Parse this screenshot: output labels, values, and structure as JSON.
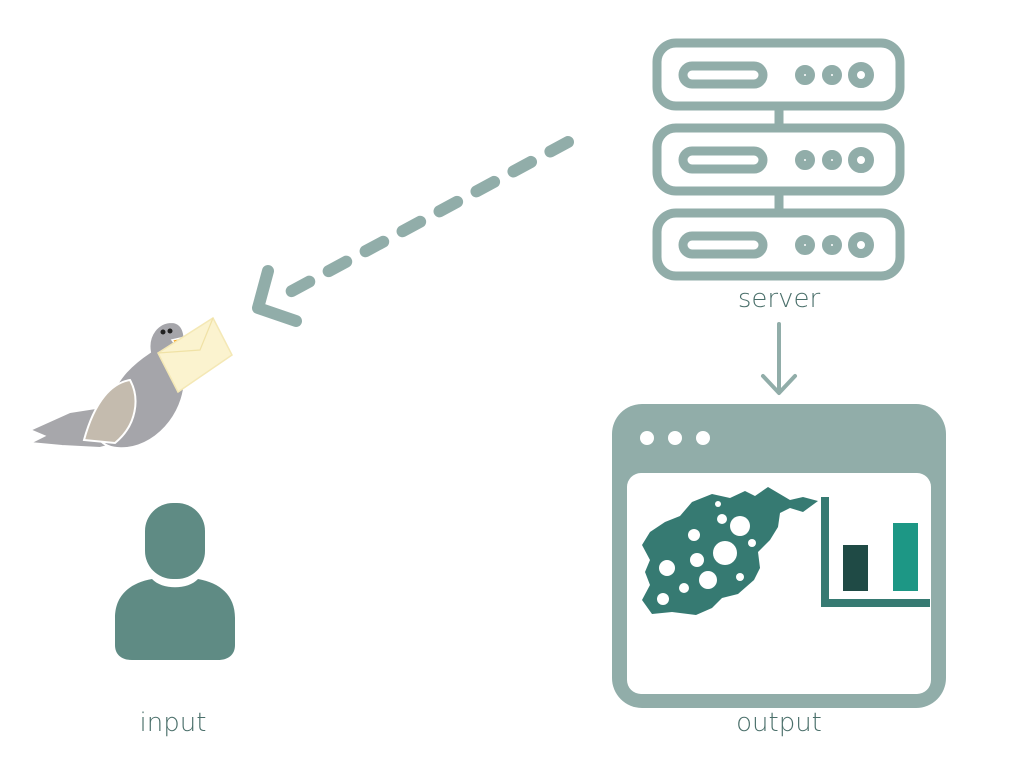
{
  "labels": {
    "server": "server",
    "input": "input",
    "output": "output"
  },
  "icons": {
    "server": "server-rack-icon",
    "bird": "carrier-pigeon-icon",
    "envelope": "envelope-icon",
    "user": "user-icon",
    "browser": "browser-window-icon",
    "map": "afghanistan-map-icon",
    "bar_chart": "bar-chart-icon"
  },
  "colors": {
    "primary": "#91ada9",
    "label_text": "#4a6f6a",
    "user": "#5f8b84",
    "map": "#367a72",
    "bar_dark": "#1f4a45",
    "bar_teal": "#1d9785",
    "beak": "#f39c12",
    "envelope": "#fbf3cf"
  }
}
